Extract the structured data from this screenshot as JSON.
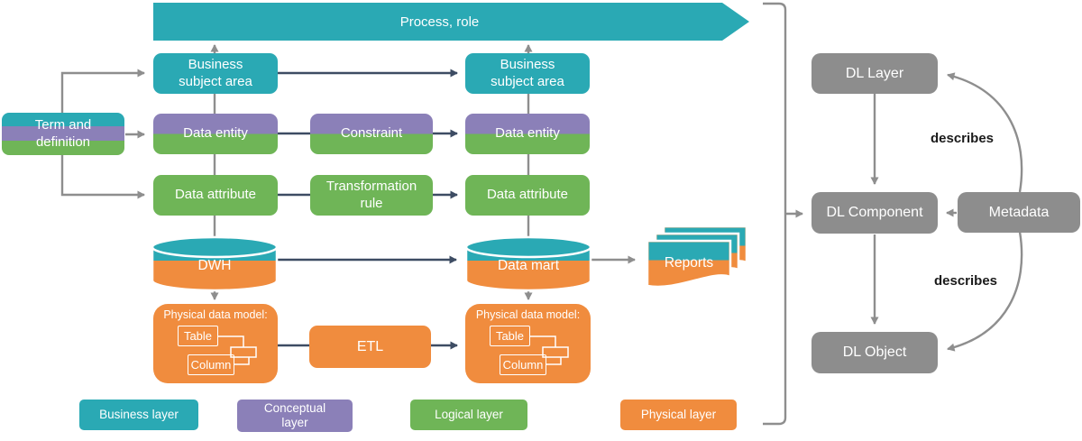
{
  "colors": {
    "teal": "#2AA9B4",
    "purple": "#8B80B8",
    "green": "#6FB557",
    "orange": "#F08C3E",
    "gray_box": "#8D8D8D",
    "line_gray": "#8E8E8E",
    "line_dark": "#3D4C63",
    "describes_text": "#1A1A1A"
  },
  "banner": {
    "label": "Process, role"
  },
  "nodes": {
    "term": "Term and definition",
    "business_subject_area": "Business subject area",
    "data_entity": "Data entity",
    "constraint": "Constraint",
    "data_attribute": "Data attribute",
    "transformation_rule": "Transformation rule",
    "dwh": "DWH",
    "data_mart": "Data mart",
    "reports": "Reports",
    "etl": "ETL",
    "physical_data_model": {
      "title": "Physical data model:",
      "table": "Table",
      "column": "Column"
    }
  },
  "dl_panel": {
    "layer": "DL Layer",
    "component": "DL Component",
    "object": "DL Object",
    "metadata": "Metadata",
    "describes_top": "describes",
    "describes_bottom": "describes"
  },
  "legend": {
    "items": [
      {
        "label": "Business layer",
        "color": "#2AA9B4"
      },
      {
        "label": "Conceptual layer",
        "color": "#8B80B8"
      },
      {
        "label": "Logical layer",
        "color": "#6FB557"
      },
      {
        "label": "Physical layer",
        "color": "#F08C3E"
      }
    ]
  }
}
